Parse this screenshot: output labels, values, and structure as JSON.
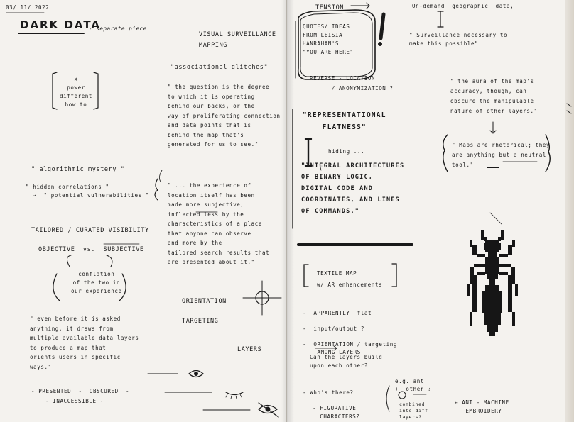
{
  "left": {
    "date": "03/ 11/ 2022",
    "title": "DARK DATA",
    "title_note": "- separate piece",
    "heading": "VISUAL SURVEILLANCE\nMAPPING",
    "bracket_note": "x\npower\ndifferent\nhow to",
    "glitches": "\"associational glitches\"",
    "quote1": "\" the question is the degree\nto which it is operating\nbehind our backs, or the\nway of proliferating connection\nand data points that is\nbehind the map that's\ngenerated for us to see.\"",
    "algorithmic": "\" algorithmic mystery \"",
    "hidden": "\" hidden correlations \"\n  ⇢  \" potential vulnerabilities \"",
    "quote2": "\" ... the experience of\nlocation itself has been\nmade more subjective,\ninflected less by the\ncharacteristics of a place\nthat anyone can observe\nand more by the\ntailored search results that\nare presented about it.\"",
    "tailored": "TAILORED / CURATED VISIBILITY",
    "objective": "OBJECTIVE  vs.  SUBJECTIVE",
    "conflation": "conflation\nof the two in\nour experience",
    "orientation": "ORIENTATION",
    "targeting": "TARGETING",
    "layers": "LAYERS",
    "quote3": "\" even before it is asked\nanything, it draws from\nmultiple available data layers\nto produce a map that\norients users in specific\nways.\"",
    "presented": "- PRESENTED  -  OBSCURED  -",
    "inaccessible": "- INACCESSIBLE -"
  },
  "right": {
    "tension": "TENSION",
    "quotes_box": "QUOTES/ IDEAS\nFROM LEISIA\nHANRAHAN'S\n\"YOU ARE HERE\"",
    "reverse": "REVERSE - LOCATION\n      / ANONYMIZATION ?",
    "representational": "\"REPRESENTATIONAL\n    FLATNESS\"",
    "hiding": "hiding ...",
    "integral": "\"INTEGRAL ARCHITECTURES\nOF BINARY LOGIC,\nDIGITAL CODE AND\nCOORDINATES, AND LINES\nOF COMMANDS.\"",
    "ondemand": "On-demand  geographic  data,",
    "surveillance": "\" Surveillance necessary to\nmake this possible\"",
    "aura": "\" the aura of the map's\naccuracy, though, can\nobscure the manipulable\nnature of other layers.\"",
    "maps_neutral": "\" Maps are rhetorical; they\nare anything but a neutral\ntool.\"",
    "textile": "TEXTILE MAP\nw/ AR enhancements",
    "list": "-  APPARENTLY  flat\n\n-  input/output ?\n\n-  ORIENTATION / targeting\n    AMONG LAYERS",
    "can_layers": "Can the layers build\nupon each other?",
    "whos_there": "- Who's there?",
    "figurative": "- FIGURATIVE\n  CHARACTERS?",
    "eg": "e.g. ant\n+  other ?",
    "combined": "combined\ninto diff\nlayers?",
    "ant_caption": "← ANT - MACHINE\n   EMBROIDERY"
  }
}
